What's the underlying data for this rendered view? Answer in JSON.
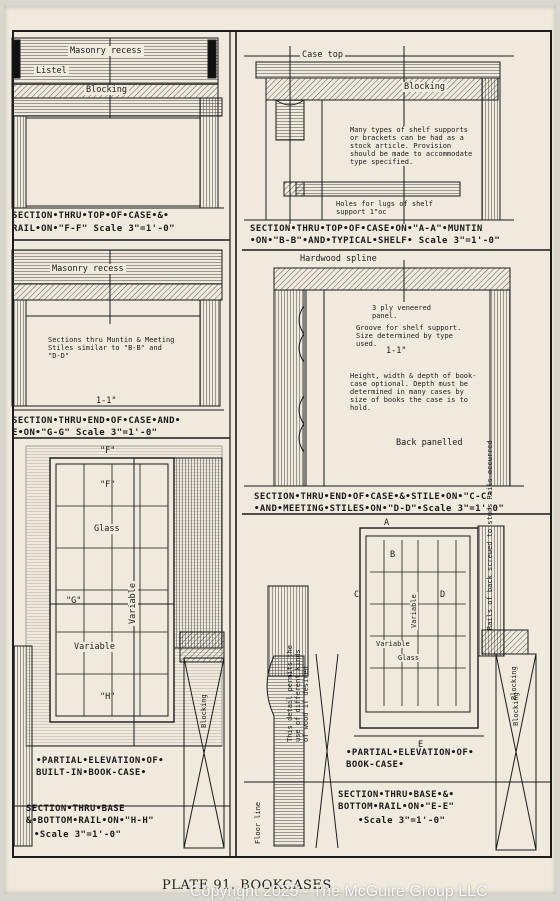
{
  "plate": {
    "caption": "PLATE 91. BOOKCASES",
    "copyright": "Copyright 2025 - The McGuire Group LLC"
  },
  "sections": {
    "ff": {
      "title": "SECTION•THRU•TOP•OF•CASE•&•",
      "subtitle": "RAIL•ON•\"F-F\"  Scale 3\"=1'-0\"",
      "masonry": "Masonry recess",
      "lintel": "Listel",
      "blocking": "Blocking"
    },
    "aa": {
      "title": "SECTION•THRU•TOP•OF•CASE•ON•\"A-A\"•MUNTIN",
      "subtitle": "•ON•\"B-B\"•AND•TYPICAL•SHELF•  Scale 3\"=1'-0\"",
      "case_top": "Case top",
      "blocking": "Blocking",
      "note": "Many types of shelf supports or brackets can be had as a stock article. Provision should be made to accommodate type specified.",
      "holes": "Holes for lugs of shelf support 1\"oc"
    },
    "gg": {
      "title": "SECTION•THRU•END•OF•CASE•AND•",
      "subtitle": "E•ON•\"G-G\"   Scale 3\"=1'-0\"",
      "masonry": "Masonry recess",
      "note": "Sections thru Muntin & Meeting Stiles similar to \"B-B\" and \"D-D\"",
      "dim": "1-1\""
    },
    "cc": {
      "title": "SECTION•THRU•END•OF•CASE•&•STILE•ON•\"C-C\"",
      "subtitle": "•AND•MEETING•STILES•ON•\"D-D\"•Scale 3\"=1'-0\"",
      "spline": "Hardwood spline",
      "ply": "3 ply veneered panel.",
      "groove": "Groove for shelf support. Size determined by type used.",
      "dim": "1-1\"",
      "height_note": "Height, width & depth of book-case optional. Depth must be determined in many cases by size of books the case is to hold.",
      "back": "Back panelled"
    },
    "built_in": {
      "title": "•PARTIAL•ELEVATION•OF•",
      "subtitle": "BUILT-IN•BOOK-CASE•",
      "glass": "Glass",
      "variable_v": "Variable",
      "variable_h": "Variable",
      "f": "\"F\"",
      "g": "\"G\"",
      "h": "\"H\""
    },
    "bookcase": {
      "title": "•PARTIAL•ELEVATION•OF•",
      "subtitle": "BOOK-CASE•",
      "glass": "Glass",
      "variable_v": "Variable",
      "variable_h": "Variable",
      "a": "A",
      "b": "B",
      "c": "C",
      "d": "D",
      "e": "E",
      "rails_note": "Rails of back screwed to studs Rails occurred",
      "blocking": "Blocking"
    },
    "hh": {
      "title": "SECTION•THRU•BASE",
      "subtitle": "&•BOTTOM•RAIL•ON•\"H-H\"",
      "scale": "•Scale 3\"=1'-0\"",
      "blocking": "Blocking",
      "floor": "Floor line"
    },
    "ee": {
      "title": "SECTION•THRU•BASE•&•",
      "subtitle": "BOTTOM•RAIL•ON•\"E-E\"",
      "scale": "•Scale 3\"=1'-0\"",
      "detail_note": "This detail permits the use of different kinds of wood if desired",
      "blocking": "Blocking"
    }
  },
  "colors": {
    "paper": "#efeadd",
    "ink": "#1a1a1a"
  }
}
